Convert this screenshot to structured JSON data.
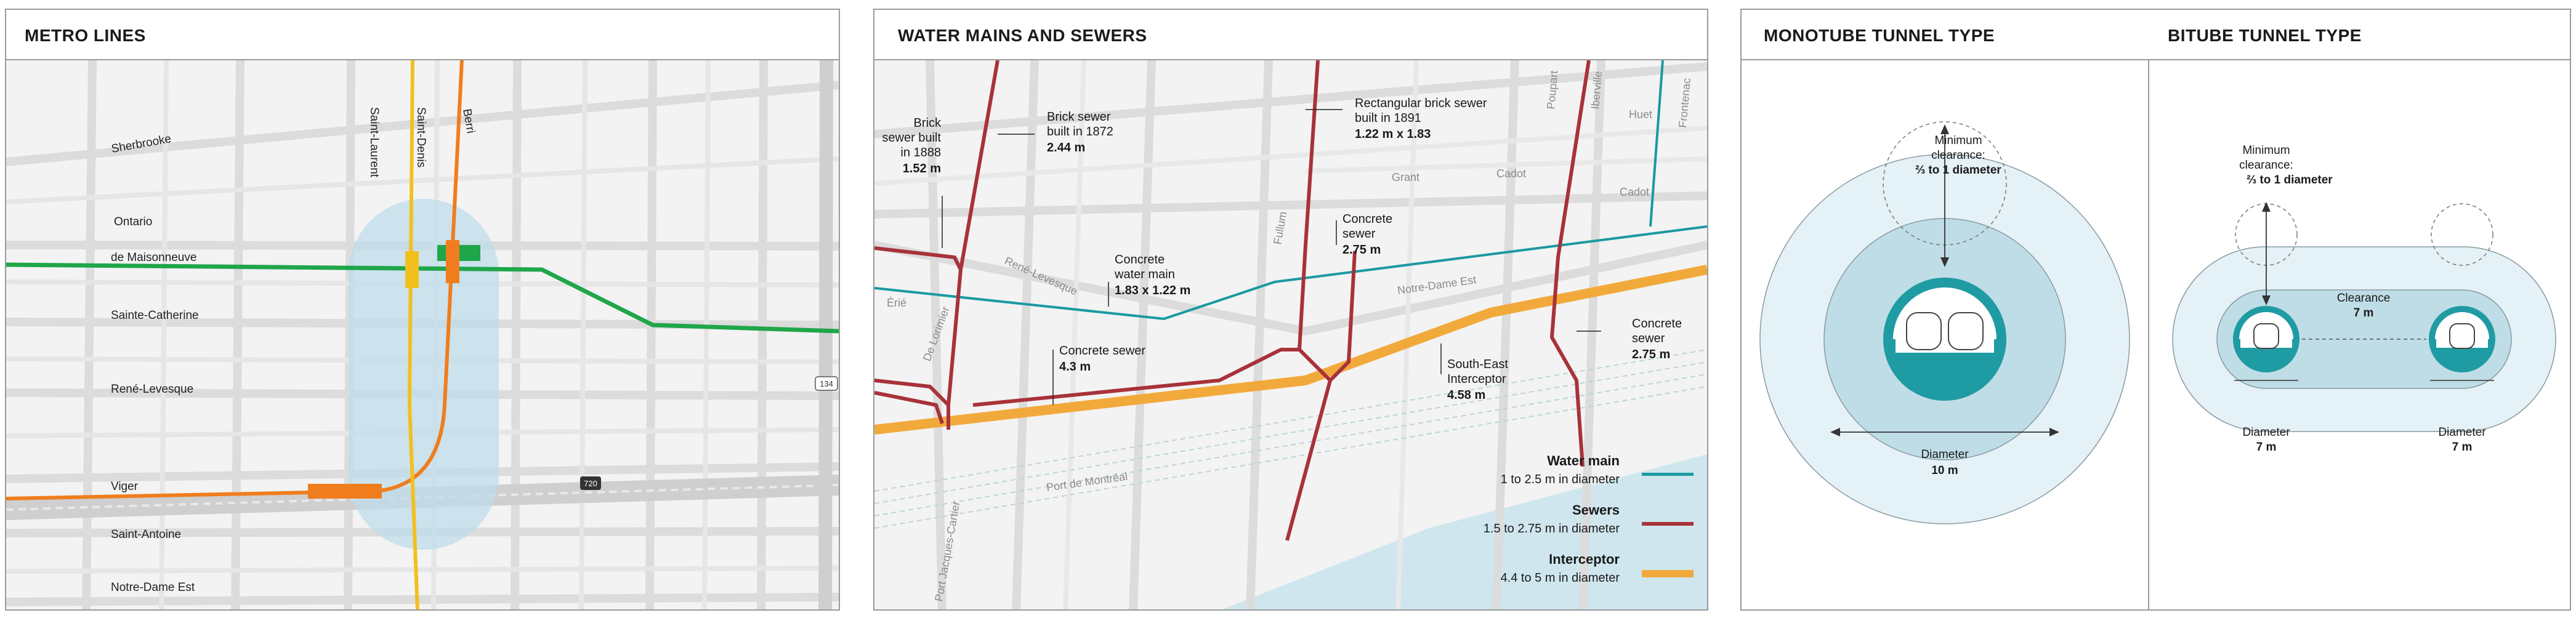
{
  "metro": {
    "title": "METRO LINES",
    "streets": {
      "sherbrooke": "Sherbrooke",
      "ontario": "Ontario",
      "maisonneuve": "de Maisonneuve",
      "sainte_catherine": "Sainte-Catherine",
      "rene_levesque": "René-Levesque",
      "viger": "Viger",
      "saint_antoine": "Saint-Antoine",
      "notre_dame": "Notre-Dame Est",
      "saint_laurent": "Saint-Laurent",
      "saint_denis": "Saint-Denis",
      "berri": "Berri"
    },
    "shields": {
      "a720": "720",
      "r134": "134"
    },
    "colors": {
      "green_line": "#1fa64a",
      "orange_line": "#f07d1d",
      "yellow_line": "#f2c01e",
      "zone": "#bfdceb"
    }
  },
  "water": {
    "title": "WATER MAINS AND SEWERS",
    "streets": {
      "rene_levesque": "René-Levesque",
      "erie": "Érié",
      "de_lorimier": "De Lorimier",
      "fullum": "Fullum",
      "notre_dame": "Notre-Dame Est",
      "grant": "Grant",
      "cadot1": "Cadot",
      "cadot2": "Cadot",
      "huet": "Huet",
      "frontenac": "Frontenac",
      "poupart": "Poupart",
      "iberville": "Iberville",
      "port_montreal": "Port de Montréal",
      "port_jacques_cartier": "Port Jacques-Cartier"
    },
    "labels": {
      "brick1888": {
        "line1": "Brick",
        "line2": "sewer built",
        "line3": "in 1888",
        "size": "1.52 m"
      },
      "brick1872": {
        "line1": "Brick sewer",
        "line2": "built in 1872",
        "size": "2.44 m"
      },
      "rect1891": {
        "line1": "Rectangular brick sewer",
        "line2": "built in 1891",
        "size": "1.22 m x 1.83"
      },
      "concrete_main": {
        "line1": "Concrete",
        "line2": "water main",
        "size": "1.83 x 1.22 m"
      },
      "concrete_275a": {
        "line1": "Concrete",
        "line2": "sewer",
        "size": "2.75 m"
      },
      "concrete_43": {
        "line1": "Concrete sewer",
        "size": "4.3 m"
      },
      "interceptor": {
        "line1": "South-East",
        "line2": "Interceptor",
        "size": "4.58 m"
      },
      "concrete_275b": {
        "line1": "Concrete",
        "line2": "sewer",
        "size": "2.75 m"
      }
    },
    "legend": [
      {
        "name": "Water main",
        "desc": "1 to 2.5 m in diameter",
        "color": "#1a9aa0"
      },
      {
        "name": "Sewers",
        "desc": "1.5 to 2.75 m in diameter",
        "color": "#a8323a"
      },
      {
        "name": "Interceptor",
        "desc": "4.4 to 5 m in diameter",
        "color": "#f2a93b"
      }
    ]
  },
  "tunnel": {
    "mono_title": "MONOTUBE TUNNEL TYPE",
    "bi_title": "BITUBE TUNNEL TYPE",
    "mono": {
      "clearance_line1": "Minimum",
      "clearance_line2": "clearance:",
      "clearance_value": "⅔ to 1 diameter",
      "diameter_label": "Diameter",
      "diameter_value": "10 m"
    },
    "bi": {
      "clearance_line1": "Minimum",
      "clearance_line2": "clearance:",
      "clearance_value": "⅔ to 1 diameter",
      "gap_label": "Clearance",
      "gap_value": "7 m",
      "left_label": "Diameter",
      "left_value": "7 m",
      "right_label": "Diameter",
      "right_value": "7 m"
    },
    "colors": {
      "outer": "#e4f1f6",
      "inner": "#bfdde6",
      "tube": "#1f9ba3"
    }
  }
}
